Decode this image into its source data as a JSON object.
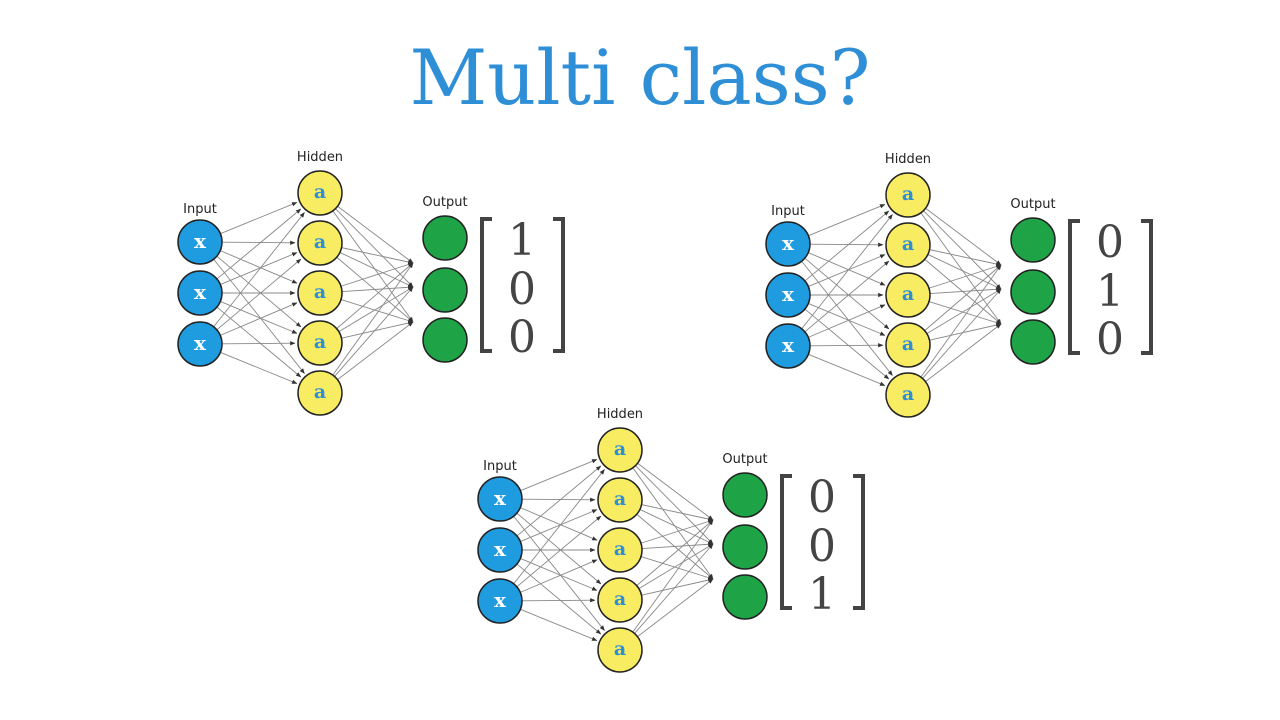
{
  "title": "Multi class?",
  "colors": {
    "title": "#2f8fd6",
    "input_node": "#1f9be0",
    "hidden_node": "#f7ec62",
    "output_node": "#1fa347",
    "edge": "#888888"
  },
  "layer_labels": {
    "input": "Input",
    "hidden": "Hidden",
    "output": "Output"
  },
  "node_glyphs": {
    "input": "x",
    "hidden": "a"
  },
  "layer_sizes": {
    "input": 3,
    "hidden": 5,
    "output": 3
  },
  "networks": [
    {
      "output_vector": [
        "1",
        "0",
        "0"
      ]
    },
    {
      "output_vector": [
        "0",
        "1",
        "0"
      ]
    },
    {
      "output_vector": [
        "0",
        "0",
        "1"
      ]
    }
  ]
}
